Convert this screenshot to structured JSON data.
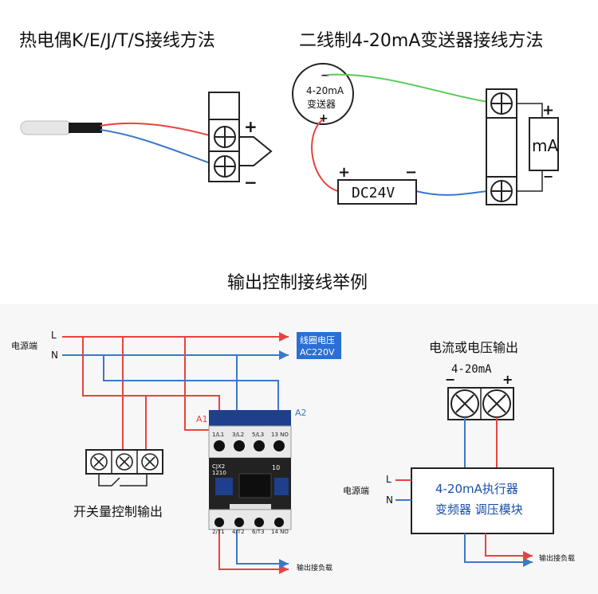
{
  "titles": {
    "thermocouple": "热电偶K/E/J/T/S接线方法",
    "two_wire": "二线制4-20mA变送器接线方法",
    "output_control": "输出控制接线举例"
  },
  "thermocouple": {
    "plus": "+",
    "minus": "−"
  },
  "transmitter": {
    "circle_line1": "4-20mA",
    "circle_line2": "变送器",
    "circle_minus": "−",
    "circle_plus": "+",
    "supply_label": "DC24V",
    "supply_plus": "+",
    "supply_minus": "−",
    "meter_label": "mA",
    "meter_plus": "+",
    "meter_minus": "−"
  },
  "control": {
    "power_label": "电源端",
    "L": "L",
    "N": "N",
    "coil_voltage_line1": "线圈电压",
    "coil_voltage_line2": "AC220V",
    "A1": "A1",
    "A2": "A2",
    "switch_output_label": "开关量控制输出",
    "contactor_top_labels": [
      "1/L1",
      "3/L2",
      "5/L3",
      "13 NO"
    ],
    "contactor_bottom_labels": [
      "2/T1",
      "4/T2",
      "6/T3",
      "14 NO"
    ],
    "contactor_model": "CJX2",
    "contactor_model2": "1210",
    "contactor_number": "10",
    "load_output": "输出接负载"
  },
  "analog_output": {
    "title": "电流或电压输出",
    "range": "4-20mA",
    "minus": "−",
    "plus": "+",
    "power_label": "电源端",
    "L": "L",
    "N": "N",
    "actuator_line1": "4-20mA执行器",
    "actuator_line2": "变频器 调压模块",
    "load_output": "输出接负载"
  },
  "colors": {
    "red": "#e8433f",
    "blue": "#3c78c8",
    "green": "#5ac85a",
    "label_box": "#2b6fd6"
  }
}
